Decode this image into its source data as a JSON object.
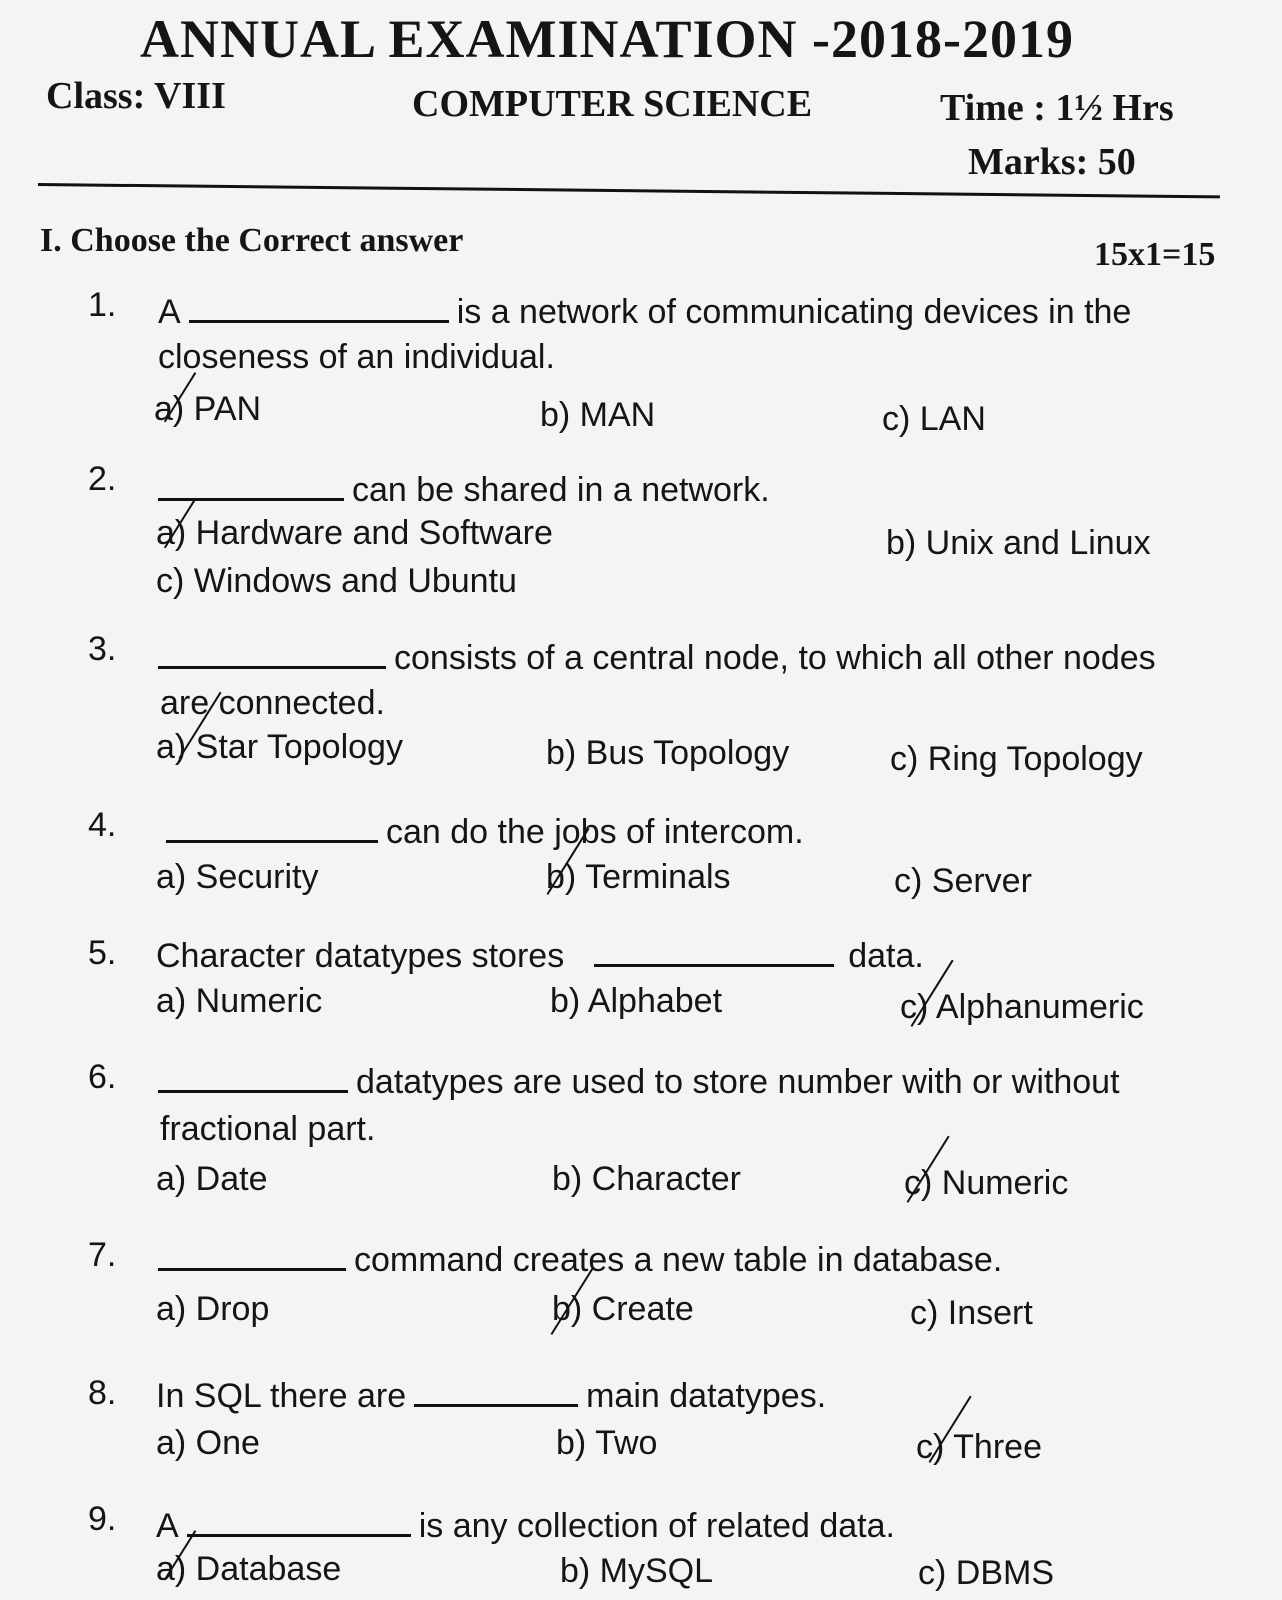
{
  "header": {
    "title": "ANNUAL EXAMINATION -2018-2019",
    "class_label": "Class: VIII",
    "subject": "COMPUTER SCIENCE",
    "time": "Time : 1½ Hrs",
    "marks": "Marks:   50"
  },
  "section": {
    "title": "I. Choose the Correct answer",
    "marks": "15x1=15"
  },
  "questions": [
    {
      "num": "1.",
      "pre": "A",
      "post": "is a network of communicating devices in the",
      "cont": "closeness of an individual.",
      "options": [
        "a) PAN",
        "b) MAN",
        "c) LAN"
      ]
    },
    {
      "num": "2.",
      "pre": "",
      "post": "can be shared in a network.",
      "options": [
        "a) Hardware and Software",
        "b) Unix and Linux",
        "c) Windows and Ubuntu"
      ]
    },
    {
      "num": "3.",
      "pre": "",
      "post": "consists of a central node, to which all other nodes",
      "cont": "are connected.",
      "options": [
        "a) Star Topology",
        "b) Bus Topology",
        "c) Ring Topology"
      ]
    },
    {
      "num": "4.",
      "pre": "",
      "post": "can do the jobs of intercom.",
      "options": [
        "a) Security",
        "b) Terminals",
        "c) Server"
      ]
    },
    {
      "num": "5.",
      "pre": "Character datatypes stores",
      "post": "data.",
      "options": [
        "a) Numeric",
        "b)  Alphabet",
        "c) Alphanumeric"
      ]
    },
    {
      "num": "6.",
      "pre": "",
      "post": "datatypes are used to store number with or without",
      "cont": "fractional  part.",
      "options": [
        "a) Date",
        "b) Character",
        "c) Numeric"
      ]
    },
    {
      "num": "7.",
      "pre": "",
      "post": "command creates a new table in database.",
      "options": [
        "a) Drop",
        "b) Create",
        "c) Insert"
      ]
    },
    {
      "num": "8.",
      "pre": "In SQL there are",
      "post": "main datatypes.",
      "options": [
        "a) One",
        "b) Two",
        "c) Three"
      ]
    },
    {
      "num": "9.",
      "pre": "A",
      "post": "is any collection of related data.",
      "options": [
        "a) Database",
        "b) MySQL",
        "c) DBMS"
      ]
    }
  ]
}
